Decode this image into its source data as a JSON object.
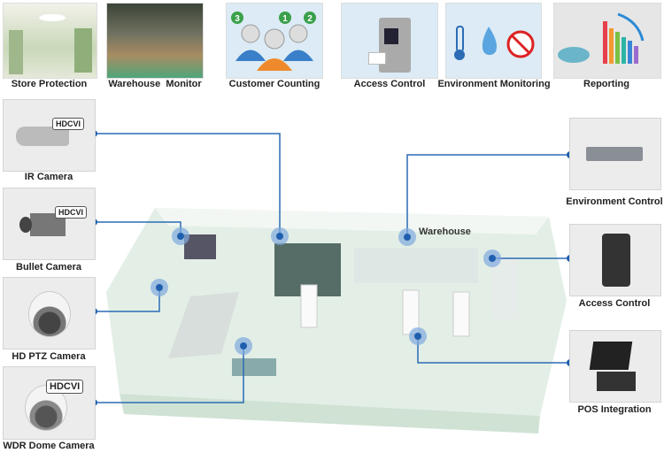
{
  "top_features": [
    {
      "label": "Store Protection",
      "icon": "store-photo"
    },
    {
      "label": "Warehouse  Monitor",
      "icon": "warehouse-photo"
    },
    {
      "label": "Customer Counting",
      "icon": "people-icon",
      "badges": [
        "3",
        "1",
        "2"
      ]
    },
    {
      "label": "Access Control",
      "icon": "card-reader-icon"
    },
    {
      "label": "Environment Monitoring",
      "icon": "thermometer-drop-nofire-icon"
    },
    {
      "label": "Reporting",
      "icon": "bar-chart-icon"
    }
  ],
  "cameras": [
    {
      "label": "IR Camera",
      "badge": "HDCVI"
    },
    {
      "label": "Bullet Camera",
      "badge": "HDCVI"
    },
    {
      "label": "HD PTZ Camera"
    },
    {
      "label": "WDR Dome Camera",
      "badge": "HDCVI"
    }
  ],
  "devices": [
    {
      "label": "Environment Control"
    },
    {
      "label": "Access Control"
    },
    {
      "label": "POS Integration"
    }
  ],
  "floorplan": {
    "warehouse_label": "Warehouse"
  },
  "colors": {
    "line": "#2a6bb5",
    "dot": "#1f5fae",
    "halo": "#7fa9dd"
  }
}
